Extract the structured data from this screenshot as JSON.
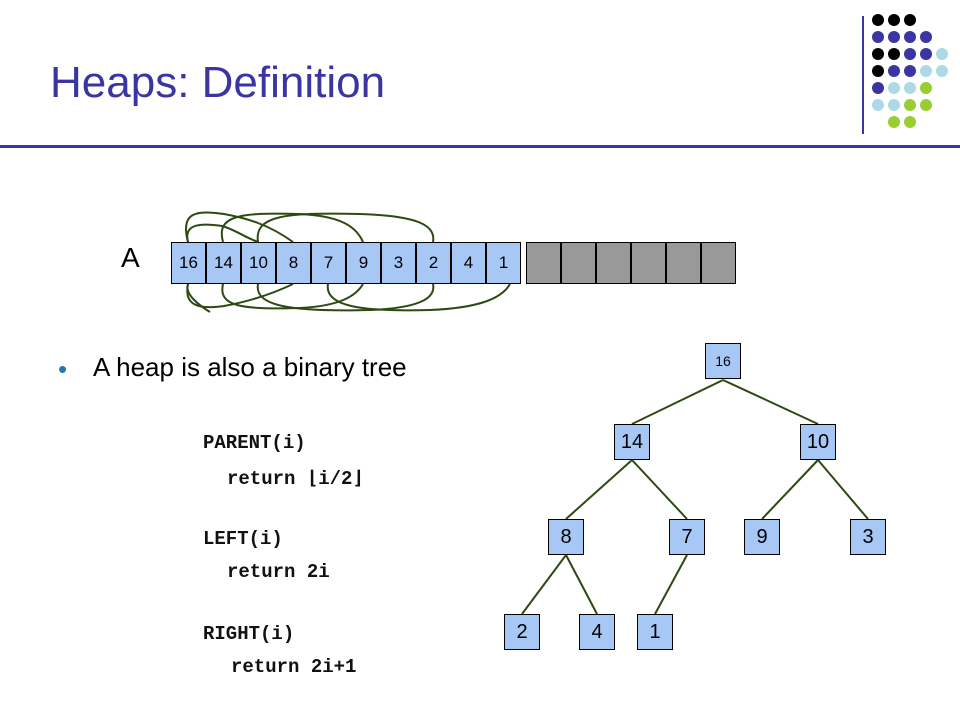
{
  "title": "Heaps: Definition",
  "array": {
    "label": "A",
    "values": [
      "16",
      "14",
      "10",
      "8",
      "7",
      "9",
      "3",
      "2",
      "4",
      "1"
    ],
    "empty_slots": 6,
    "filled_color": "#a7c7f5",
    "empty_color": "#999999"
  },
  "bullet": {
    "text": "A heap is also a binary tree",
    "color": "#1f7ab6"
  },
  "code": {
    "parent_sig": "PARENT(i)",
    "parent_body": "return ⌊i/2⌋",
    "left_sig": "LEFT(i)",
    "left_body": "return 2i",
    "right_sig": "RIGHT(i)",
    "right_body": "return 2i+1"
  },
  "tree": {
    "nodes": [
      "16",
      "14",
      "10",
      "8",
      "7",
      "9",
      "3",
      "2",
      "4",
      "1"
    ],
    "edge_color": "#2d4a12"
  },
  "colors": {
    "title": "#3a35a0",
    "accent_dots": [
      "#000000",
      "#3a35a0",
      "#add8e6",
      "#9acd32"
    ]
  }
}
